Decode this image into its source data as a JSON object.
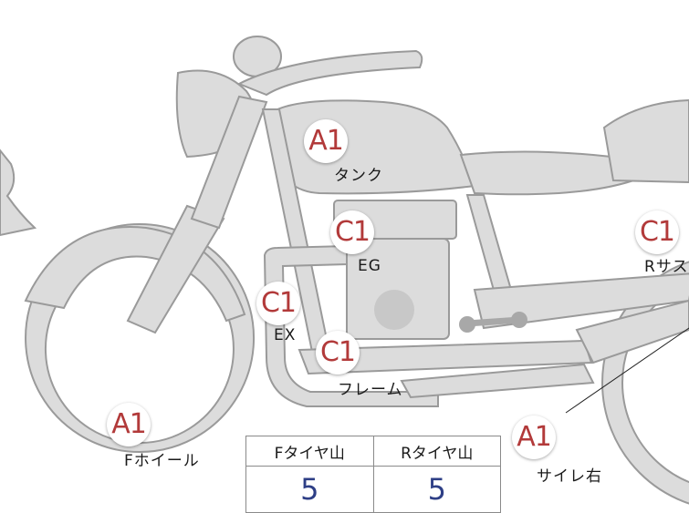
{
  "colors": {
    "part_fill": "#dcdcdc",
    "part_stroke": "#9a9a9a",
    "grade_text": "#b23a3a",
    "value_text": "#2e3f86"
  },
  "parts": [
    {
      "id": "tank",
      "grade": "A1",
      "label": "タンク"
    },
    {
      "id": "eg",
      "grade": "C1",
      "label": "EG"
    },
    {
      "id": "ex",
      "grade": "C1",
      "label": "EX"
    },
    {
      "id": "frame",
      "grade": "C1",
      "label": "フレーム"
    },
    {
      "id": "f-wheel",
      "grade": "A1",
      "label": "Fホイール"
    },
    {
      "id": "r-suspension",
      "grade": "C1",
      "label": "Rサス"
    },
    {
      "id": "side-cover-right",
      "grade": "A1",
      "label": "サイレ右"
    }
  ],
  "tire_table": {
    "headers": [
      "Fタイヤ山",
      "Rタイヤ山"
    ],
    "values": [
      "5",
      "5"
    ]
  }
}
